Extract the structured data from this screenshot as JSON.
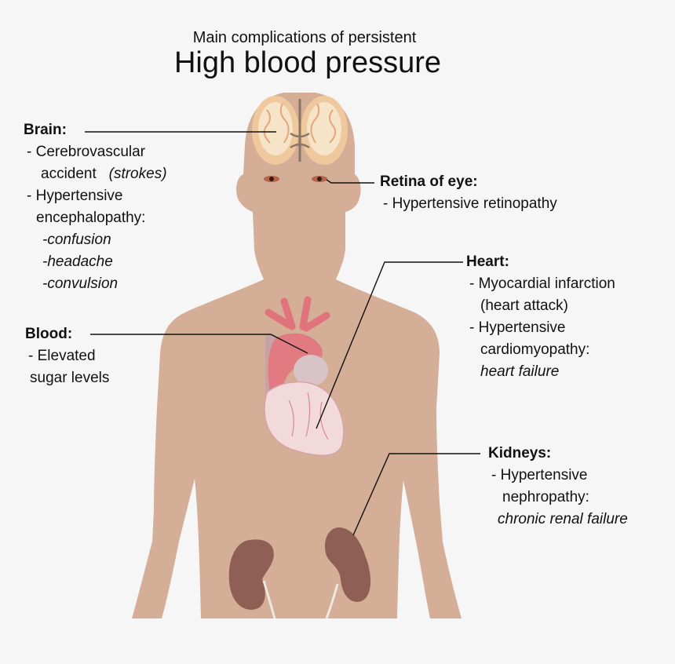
{
  "title": {
    "subtitle": "Main complications of persistent",
    "main": "High blood pressure"
  },
  "colors": {
    "background": "#f6f6f6",
    "skin": "#d4ae96",
    "brain_white": "#f5dfc2",
    "brain_gray": "#e9b88d",
    "heart_vessel": "#e0737b",
    "heart_body": "#f0d4d6",
    "kidney": "#8f5f55",
    "leader_line": "#111111"
  },
  "labels": {
    "brain": {
      "heading": "Brain:",
      "items": [
        "- Cerebrovascular",
        "accident",
        "(strokes)",
        "- Hypertensive",
        "encephalopathy:",
        "-confusion",
        "-headache",
        "-convulsion"
      ]
    },
    "retina": {
      "heading": "Retina of eye:",
      "items": [
        "- Hypertensive retinopathy"
      ]
    },
    "heart": {
      "heading": "Heart:",
      "items": [
        "- Myocardial infarction",
        "(heart attack)",
        "- Hypertensive",
        "cardiomyopathy:",
        "heart failure"
      ]
    },
    "blood": {
      "heading": "Blood:",
      "items": [
        "- Elevated",
        "sugar levels"
      ]
    },
    "kidneys": {
      "heading": "Kidneys:",
      "items": [
        "- Hypertensive",
        "nephropathy:",
        "chronic renal failure"
      ]
    }
  }
}
